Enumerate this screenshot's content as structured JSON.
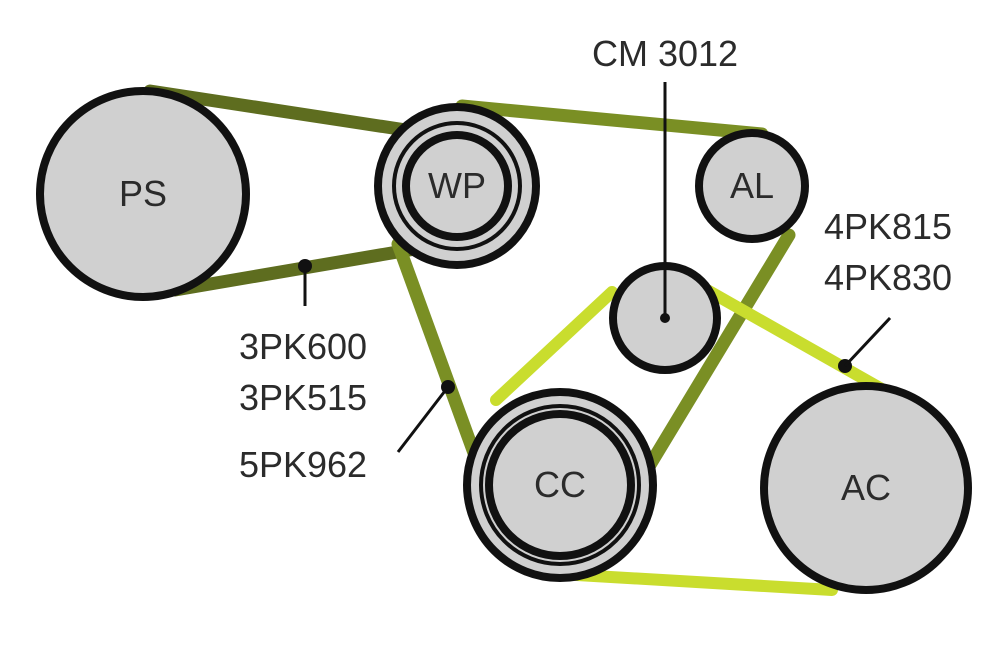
{
  "colors": {
    "pulley_fill": "#d0d0d0",
    "outline": "#111111",
    "belt_dark": "#5e6d1f",
    "belt_mid": "#7a8f24",
    "belt_light": "#c9dd2e",
    "text": "#2b2b2b"
  },
  "pulleys": {
    "ps": "PS",
    "wp": "WP",
    "al": "AL",
    "cc": "CC",
    "ac": "AC"
  },
  "callouts": {
    "tensioner": "CM 3012",
    "belt_ps_a": "3PK600",
    "belt_ps_b": "3PK515",
    "belt_main": "5PK962",
    "belt_ac_a": "4PK815",
    "belt_ac_b": "4PK830"
  }
}
